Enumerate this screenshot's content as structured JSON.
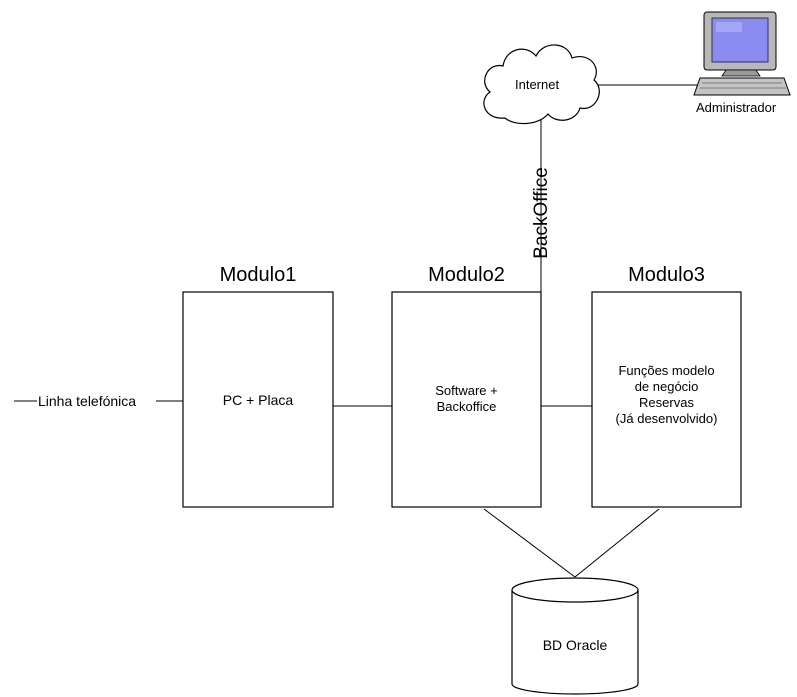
{
  "cloud": {
    "label": "Internet"
  },
  "computer": {
    "label": "Administrador"
  },
  "link": {
    "vertical_label": "BackOffice"
  },
  "phone_line": {
    "label": "Linha telefónica"
  },
  "modules": [
    {
      "title": "Modulo1",
      "lines": [
        "PC + Placa"
      ]
    },
    {
      "title": "Modulo2",
      "lines": [
        "Software +",
        "Backoffice"
      ]
    },
    {
      "title": "Modulo3",
      "lines": [
        "Funções modelo",
        "de negócio",
        "Reservas",
        "(Já desenvolvido)"
      ]
    }
  ],
  "database": {
    "label": "BD Oracle"
  },
  "colors": {
    "stroke": "#000000",
    "monitor_screen": "#8c8cf0",
    "monitor_body": "#b8b8b8"
  }
}
